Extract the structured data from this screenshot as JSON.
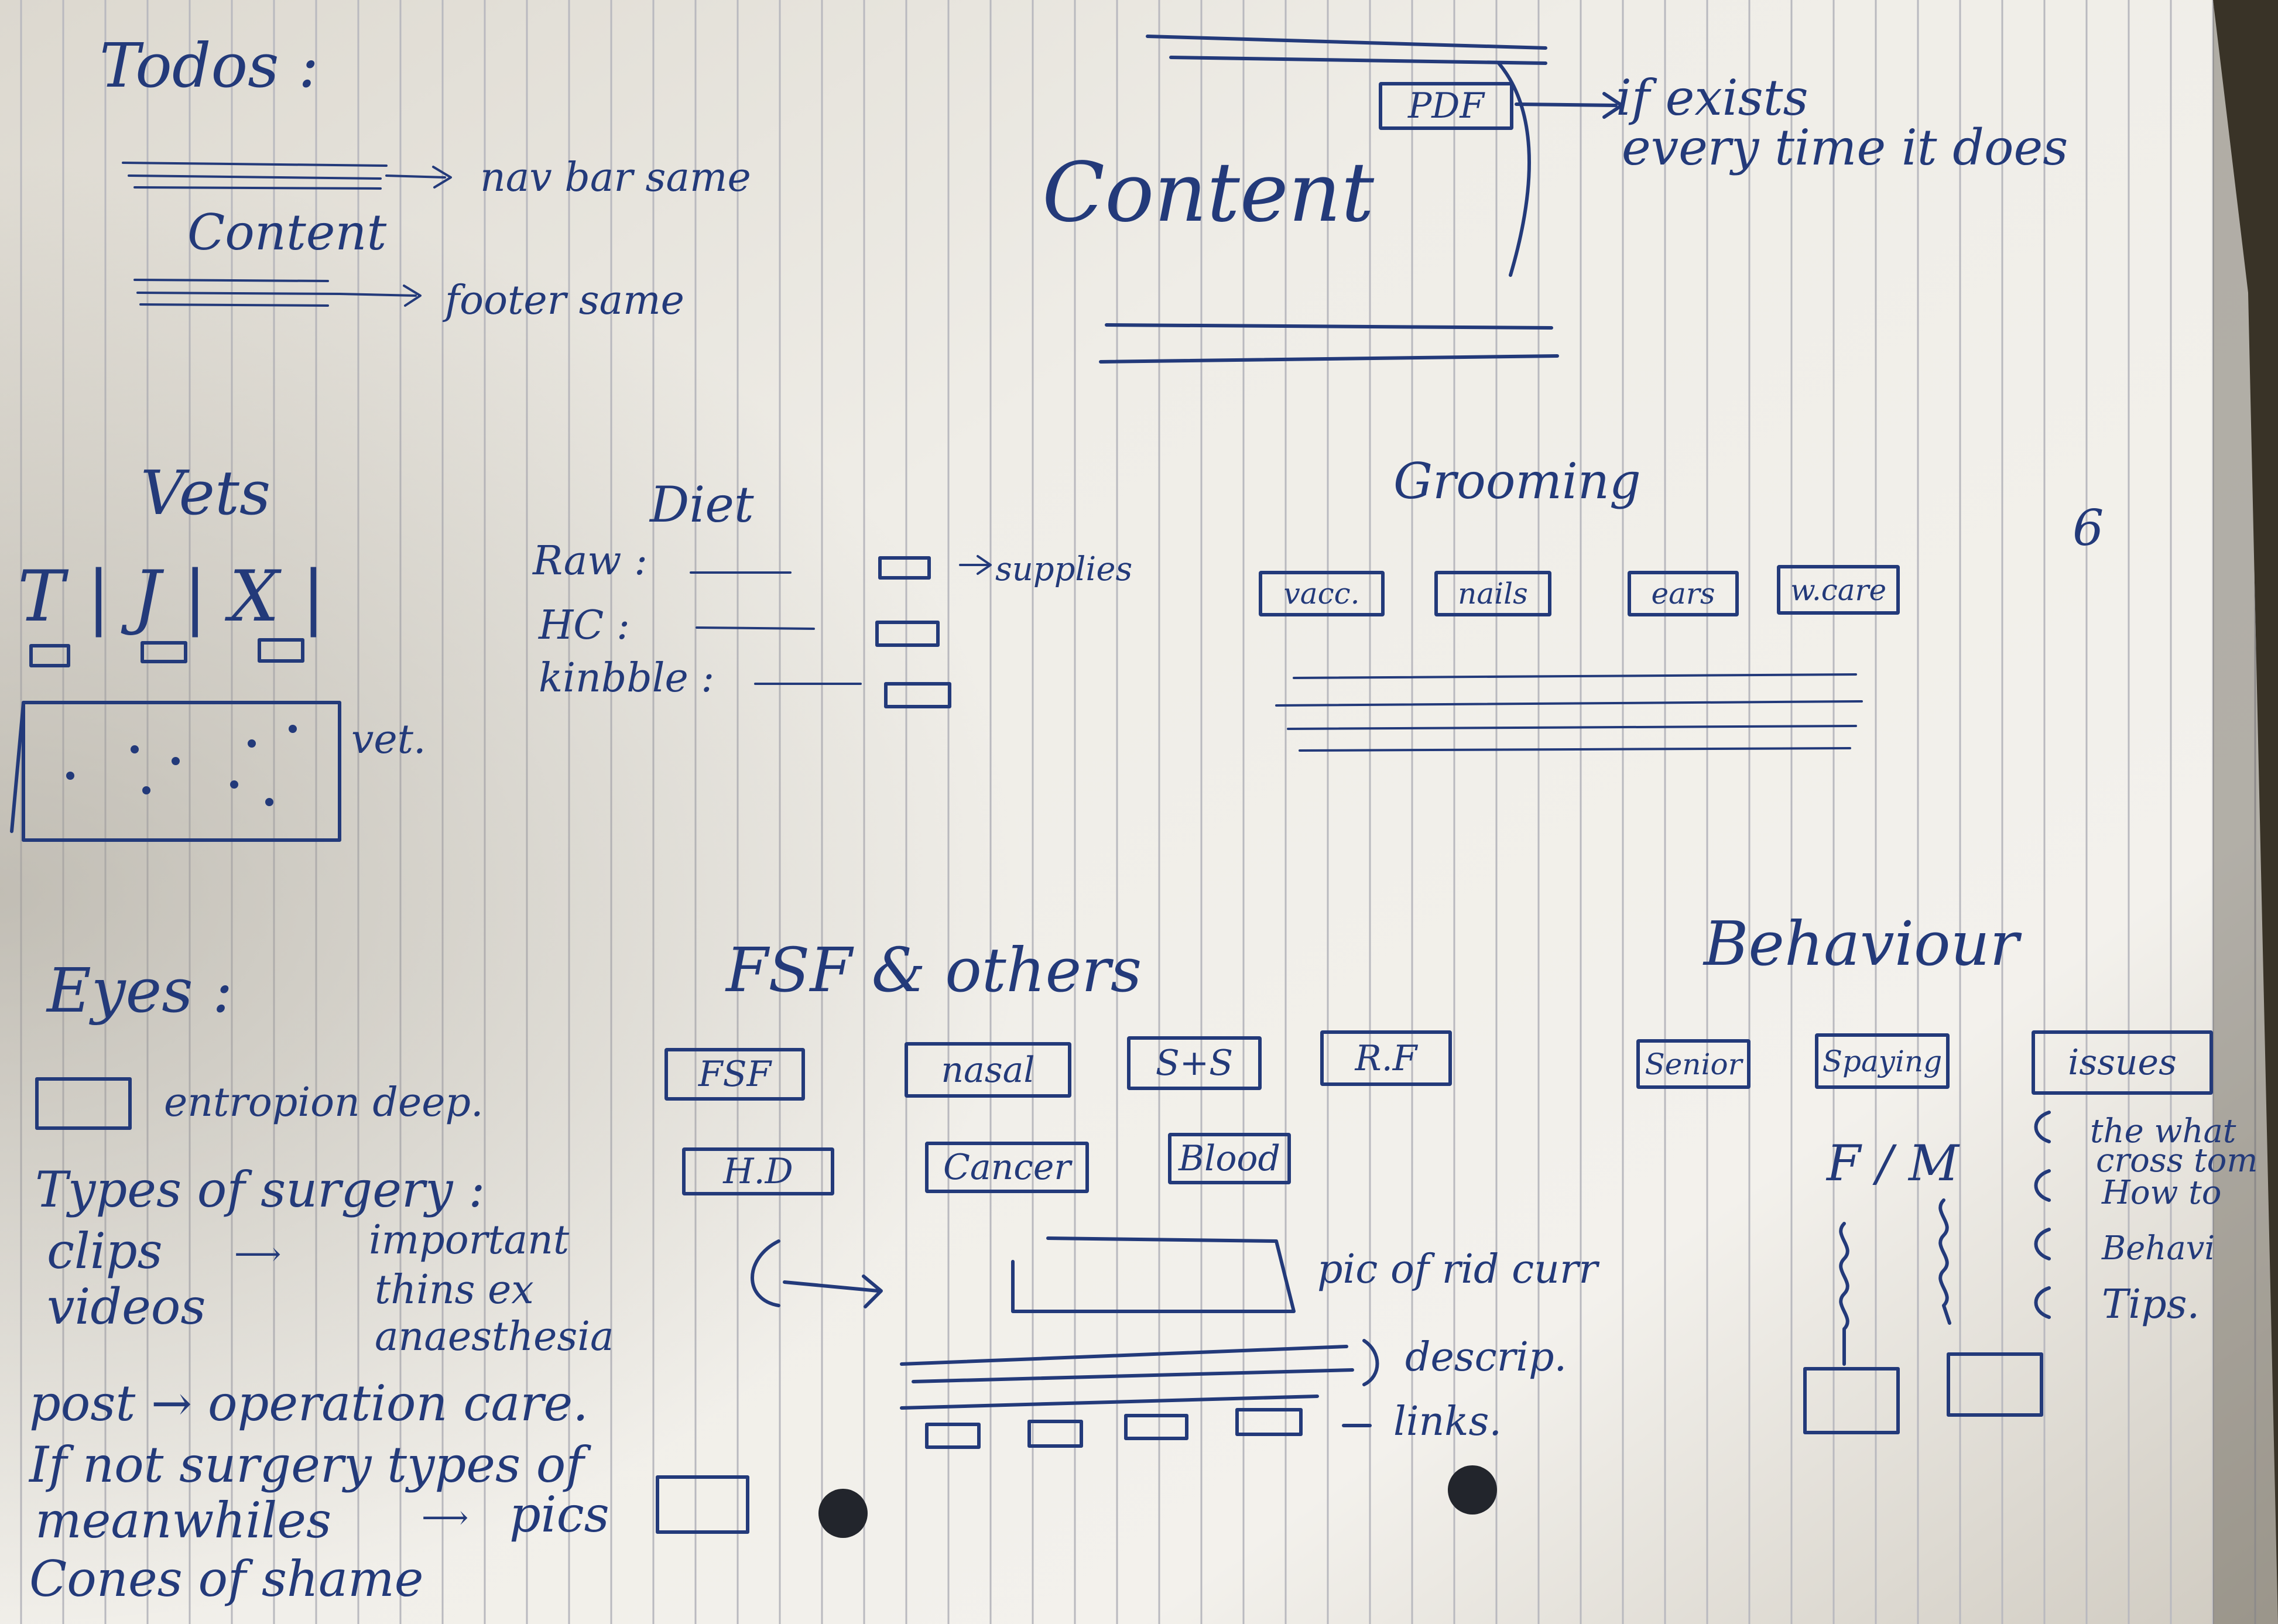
{
  "todos": {
    "title": "Todos :",
    "nav_note": "nav bar same",
    "content_label": "Content",
    "footer_note": "footer same"
  },
  "content_page": {
    "title": "Content",
    "pdf_button": "PDF",
    "note_line1": "if exists",
    "note_line2": "every time it does"
  },
  "page_number": "6",
  "vets": {
    "title": "Vets",
    "letters": "T | J | X |",
    "map_label": "vet."
  },
  "diet": {
    "title": "Diet",
    "rows": [
      "Raw :",
      "HC :",
      "kinbble :"
    ],
    "supplies_note": "supplies"
  },
  "grooming": {
    "title": "Grooming",
    "buttons": [
      "vacc.",
      "nails",
      "ears",
      "w.care"
    ]
  },
  "eyes": {
    "title": "Eyes :",
    "checkbox_label": "entropion deep.",
    "surgery_title": "Types of surgery :",
    "clips": "clips",
    "important": "important",
    "things_ex": "thins ex",
    "anaesthesia": "anaesthesia",
    "videos": "videos",
    "post_op": "post → operation care.",
    "if_not": "If not surgery types of",
    "meanwhile": "meanwhiles",
    "pics": "pics",
    "cones": "Cones of shame"
  },
  "fsf": {
    "title": "FSF & others",
    "row1": [
      "FSF",
      "nasal",
      "S+S",
      "R.F"
    ],
    "row2": [
      "H.D",
      "Cancer",
      "Blood"
    ],
    "pic_label": "pic of rid curr",
    "descrip_label": "descrip.",
    "links_label": "links."
  },
  "behaviour": {
    "title": "Behaviour",
    "buttons": [
      "Senior",
      "Spaying",
      "issues"
    ],
    "fm": "F / M",
    "issues_list": [
      "the what",
      "cross tom",
      "How to",
      "Behavi",
      "Tips."
    ]
  }
}
